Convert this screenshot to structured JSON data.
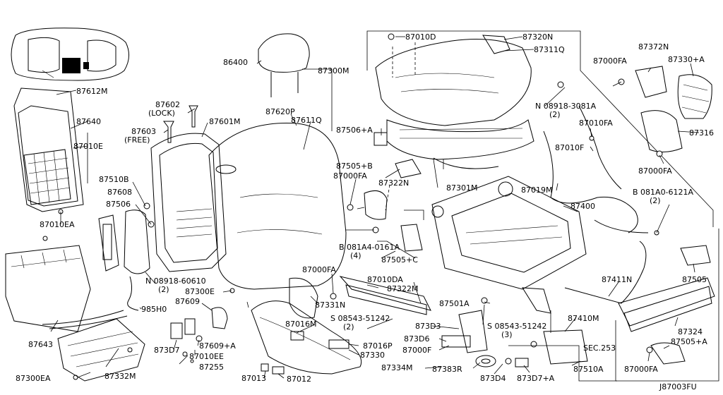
{
  "labels": {
    "p87612M": "87612M",
    "p87640": "87640",
    "p87010E": "87010E",
    "p87010EA": "87010EA",
    "p87643": "87643",
    "p87300EA": "87300EA",
    "p87332M": "87332M",
    "p87602": "87602",
    "lock": "(LOCK)",
    "p87603": "87603",
    "free": "(FREE)",
    "p87601M": "87601M",
    "p87510B": "87510B",
    "p87608": "87608",
    "p87506": "87506",
    "n08918_60610": "N 08918-60610",
    "qty2a": "(2)",
    "p985H0": "985H0",
    "p87300E": "87300E",
    "p87609": "87609",
    "p87620P": "87620P",
    "p87611Q": "87611Q",
    "p86400": "86400",
    "p87010D": "87010D",
    "p87320N": "87320N",
    "p87311Q": "87311Q",
    "p87300M": "87300M",
    "n08918_3081A": "N 08918-3081A",
    "qty2b": "(2)",
    "p87506A": "87506+A",
    "p87010FA_top": "87010FA",
    "p87010F": "87010F",
    "p87505B": "87505+B",
    "p87000FA_a": "87000FA",
    "p87322N": "87322N",
    "p87301M": "87301M",
    "p87019M": "87019M",
    "b081A4": "B 081A4-0161A",
    "qty4": "(4)",
    "p87505C": "87505+C",
    "p87000FA_b": "87000FA",
    "p87010DA": "87010DA",
    "p87322M": "87322M",
    "p87331N": "87331N",
    "s08543_a": "S 08543-51242",
    "qty2c": "(2)",
    "p87016M": "87016M",
    "p87016P": "87016P",
    "p87330": "87330",
    "p873D7": "873D7",
    "p87609A": "87609+A",
    "p87010EE": "87010EE",
    "p87255": "87255",
    "p87013": "87013",
    "p87012": "87012",
    "p873D3": "873D3",
    "p873D6": "873D6",
    "p87000F": "87000F",
    "p87334M": "87334M",
    "p87383R": "87383R",
    "p873D4": "873D4",
    "p873D7A": "873D7+A",
    "s08543_b": "S 08543-51242",
    "qty3": "(3)",
    "p87501A": "87501A",
    "p87410M": "87410M",
    "sec253": "SEC.253",
    "p87510A": "87510A",
    "p87400": "87400",
    "p87411N": "87411N",
    "p87000FA_c": "87000FA",
    "p87372N": "87372N",
    "p87330A": "87330+A",
    "p87316": "87316",
    "p87000FA_d": "87000FA",
    "b081A0": "B 081A0-6121A",
    "qty2d": "(2)",
    "p87505": "87505",
    "p87324": "87324",
    "p87505A": "87505+A",
    "p87000FA_e": "87000FA",
    "diagram_code": "J87003FU"
  }
}
